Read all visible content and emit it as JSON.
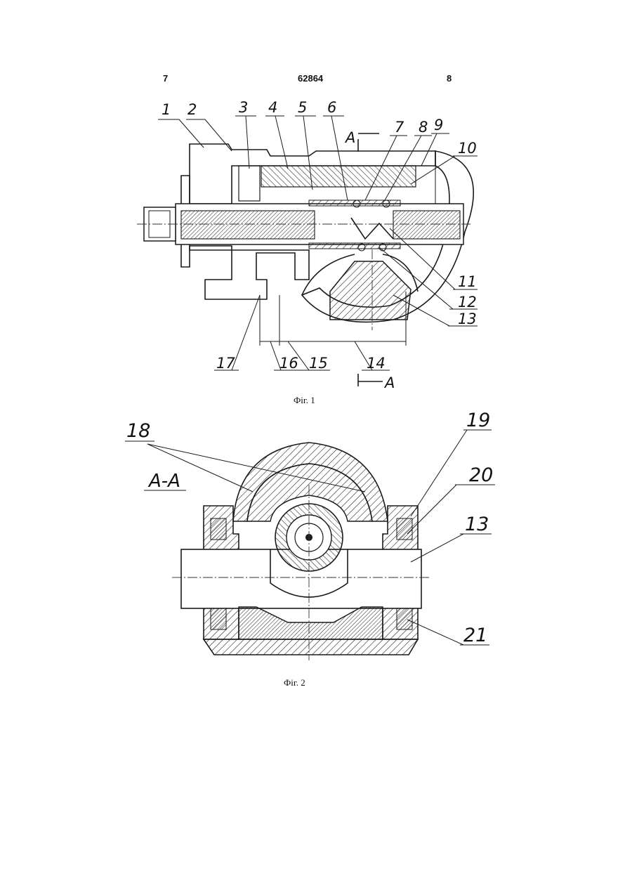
{
  "header": {
    "page_left": "7",
    "patent_number": "62864",
    "page_right": "8"
  },
  "figure1": {
    "caption": "Фіг. 1",
    "section_marker_top": "A",
    "section_marker_bottom": "A",
    "labels": [
      "1",
      "2",
      "3",
      "4",
      "5",
      "6",
      "7",
      "8",
      "9",
      "10",
      "11",
      "12",
      "13",
      "14",
      "15",
      "16",
      "17"
    ]
  },
  "figure2": {
    "caption": "Фіг. 2",
    "section_title": "A-A",
    "labels": [
      "18",
      "19",
      "20",
      "13",
      "21"
    ]
  }
}
